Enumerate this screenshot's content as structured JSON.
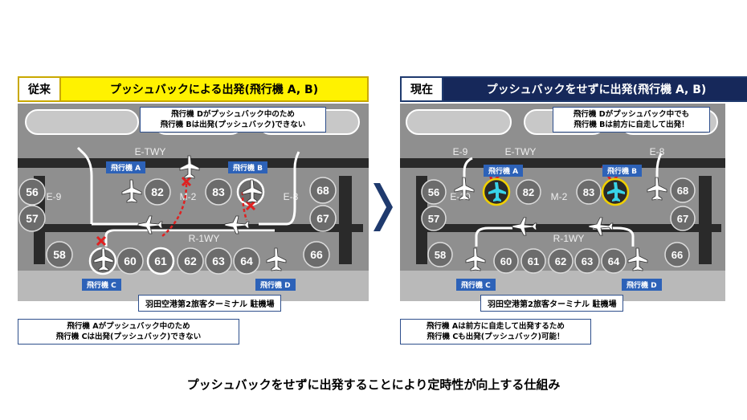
{
  "left_panel": {
    "tag": "従来",
    "title": "プッシュバックによる出発(飛行機 A, B)",
    "top_callout": [
      "飛行機 Dがプッシュバック中のため",
      "飛行機 Bは出発(プッシュバック)できない"
    ],
    "bottom_callout": [
      "飛行機 Aがプッシュバック中のため",
      "飛行機 Cは出発(プッシュバック)できない"
    ],
    "terminal_label": "羽田空港第2旅客ターミナル 駐機場",
    "planes": {
      "a": "飛行機 A",
      "b": "飛行機 B",
      "c": "飛行機 C",
      "d": "飛行機 D"
    }
  },
  "right_panel": {
    "tag": "現在",
    "title": "プッシュバックをせずに出発(飛行機 A, B)",
    "top_callout": [
      "飛行機 Dがプッシュバック中でも",
      "飛行機 Bは前方に自走して出発！"
    ],
    "bottom_callout": [
      "飛行機 Aは前方に自走して出発するため",
      "飛行機 Cも出発(プッシュバック)可能！"
    ],
    "terminal_label": "羽田空港第2旅客ターミナル 駐機場",
    "planes": {
      "a": "飛行機 A",
      "b": "飛行機 B",
      "c": "飛行機 C",
      "d": "飛行機 D"
    }
  },
  "map_labels": {
    "spots_upper": [
      "56",
      "57",
      "82",
      "83",
      "68",
      "67"
    ],
    "spots_lower": [
      "58",
      "60",
      "61",
      "62",
      "63",
      "64",
      "66"
    ],
    "taxiways": [
      "E-9",
      "E-8",
      "M-2",
      "E-TWY",
      "R-1WY",
      "E-10"
    ]
  },
  "caption": "プッシュバックをせずに出発することにより定時性が向上する仕組み",
  "colors": {
    "yellow": "#fff200",
    "navy": "#16285a",
    "label_blue": "#2d62b8",
    "cross_red": "#e02020",
    "highlight_cyan": "#38d3e8"
  }
}
